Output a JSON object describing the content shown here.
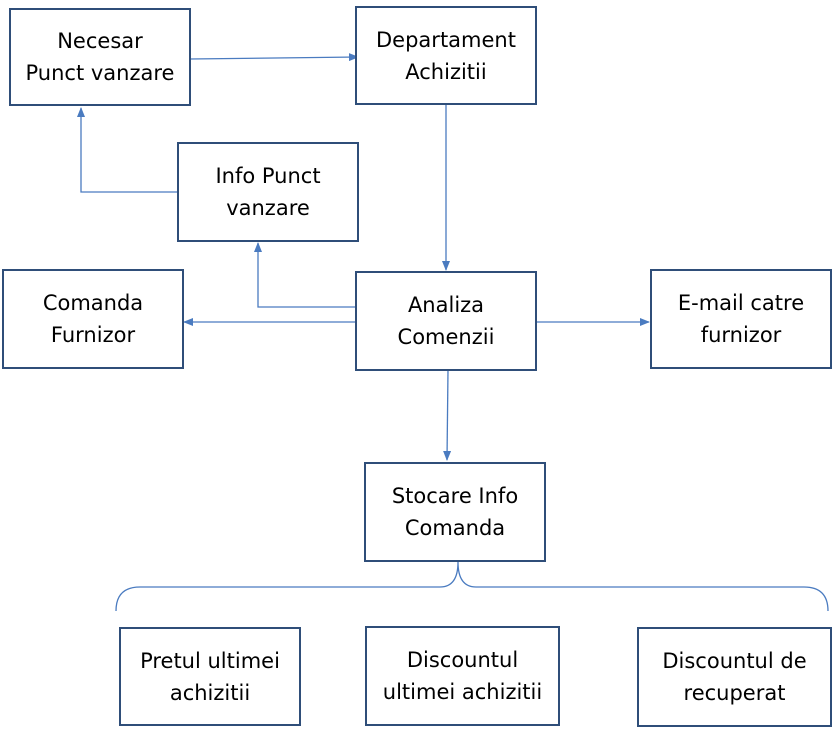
{
  "diagram": {
    "nodes": {
      "necesar": {
        "lines": [
          "Necesar",
          "Punct vanzare"
        ]
      },
      "departament": {
        "lines": [
          "Departament",
          "Achizitii"
        ]
      },
      "info": {
        "lines": [
          "Info Punct",
          "vanzare"
        ]
      },
      "comanda": {
        "lines": [
          "Comanda",
          "Furnizor"
        ]
      },
      "analiza": {
        "lines": [
          "Analiza",
          "Comenzii"
        ]
      },
      "email": {
        "lines": [
          "E-mail catre",
          "furnizor"
        ]
      },
      "stocare": {
        "lines": [
          "Stocare Info",
          "Comanda"
        ]
      },
      "pretul": {
        "lines": [
          "Pretul ultimei",
          "achizitii"
        ]
      },
      "discountul_ultimei": {
        "lines": [
          "Discountul",
          "ultimei achizitii"
        ]
      },
      "discountul_recuperat": {
        "lines": [
          "Discountul de",
          "recuperat"
        ]
      }
    },
    "edges": [
      {
        "from": "necesar",
        "to": "departament"
      },
      {
        "from": "departament",
        "to": "analiza"
      },
      {
        "from": "analiza",
        "to": "info"
      },
      {
        "from": "info",
        "to": "necesar"
      },
      {
        "from": "analiza",
        "to": "comanda"
      },
      {
        "from": "analiza",
        "to": "email"
      },
      {
        "from": "analiza",
        "to": "stocare"
      }
    ],
    "groups": [
      {
        "parent": "stocare",
        "children": [
          "pretul",
          "discountul_ultimei",
          "discountul_recuperat"
        ]
      }
    ],
    "colors": {
      "box_border": "#2f4e79",
      "connector": "#4a7bc0"
    }
  }
}
